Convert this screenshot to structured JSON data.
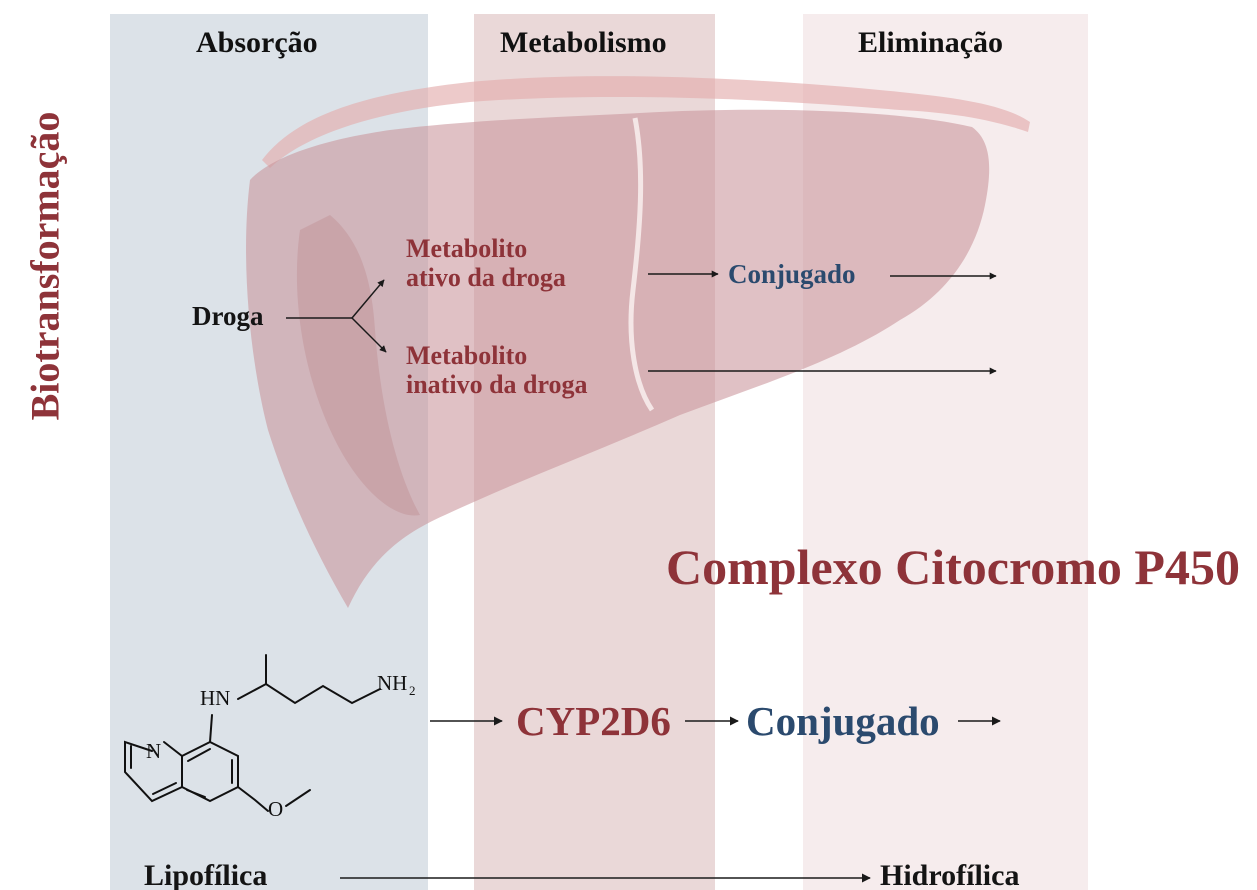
{
  "side_title": "Biotransformação",
  "columns": {
    "absorcao": "Absorção",
    "metabolismo": "Metabolismo",
    "eliminacao": "Eliminação"
  },
  "pathway": {
    "droga": "Droga",
    "metabolito_ativo": [
      "Metabolito",
      "ativo da droga"
    ],
    "metabolito_inativo": [
      "Metabolito",
      "inativo da droga"
    ],
    "conjugado": "Conjugado"
  },
  "complex_title": "Complexo Citocromo P450",
  "molecule": {
    "atoms": {
      "nh": "HN",
      "nh2": "NH",
      "nh2_sub": "2",
      "n": "N",
      "o": "O"
    }
  },
  "bottom_flow": {
    "enzyme": "CYP2D6",
    "conjugado": "Conjugado"
  },
  "scale": {
    "left": "Lipofílica",
    "right": "Hidrofílica"
  },
  "colors": {
    "band_absorcao": "#dce2e8",
    "band_metabolismo": "#ead8d8",
    "band_eliminacao": "#f6eced",
    "accent_red": "#8e3339",
    "accent_blue": "#2b4a6e",
    "liver": "#c9959b"
  }
}
